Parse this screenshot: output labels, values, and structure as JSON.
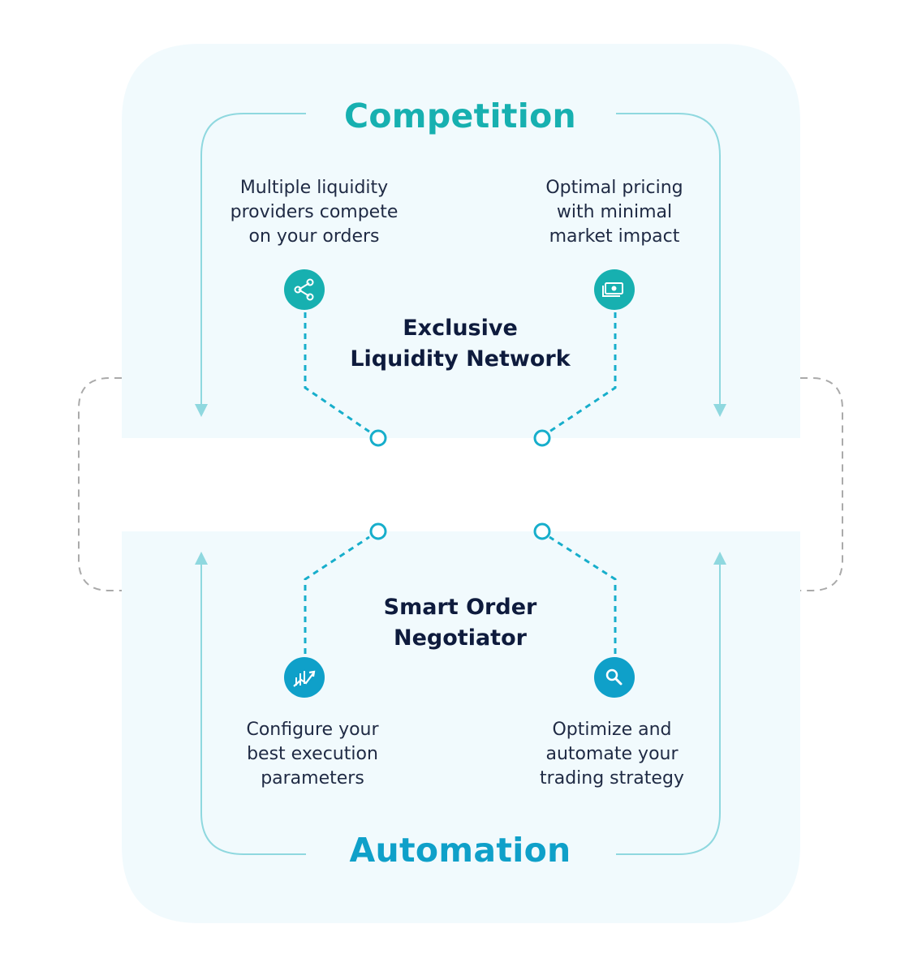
{
  "competition": {
    "title": "Competition",
    "color": "#17b0b0",
    "items": [
      {
        "icon": "share-icon",
        "lines": [
          "Multiple liquidity",
          "providers compete",
          "on your orders"
        ]
      },
      {
        "icon": "money-icon",
        "lines": [
          "Optimal pricing",
          "with minimal",
          "market impact"
        ]
      }
    ]
  },
  "network": {
    "lines": [
      "Exclusive",
      "Liquidity Network"
    ]
  },
  "negotiator": {
    "lines": [
      "Smart Order",
      "Negotiator"
    ]
  },
  "automation": {
    "title": "Automation",
    "color": "#0fa0c9",
    "items": [
      {
        "icon": "chart-trend-icon",
        "lines": [
          "Configure your",
          "best execution",
          "parameters"
        ]
      },
      {
        "icon": "search-icon",
        "lines": [
          "Optimize and",
          "automate your",
          "trading strategy"
        ]
      }
    ]
  },
  "colors": {
    "panel_fill": "#f1fafd",
    "arrow": "#8fd8df",
    "dashed_connector": "#17aecb",
    "outer_dash": "#aaaaaa",
    "text_dark": "#0e1b3d"
  }
}
